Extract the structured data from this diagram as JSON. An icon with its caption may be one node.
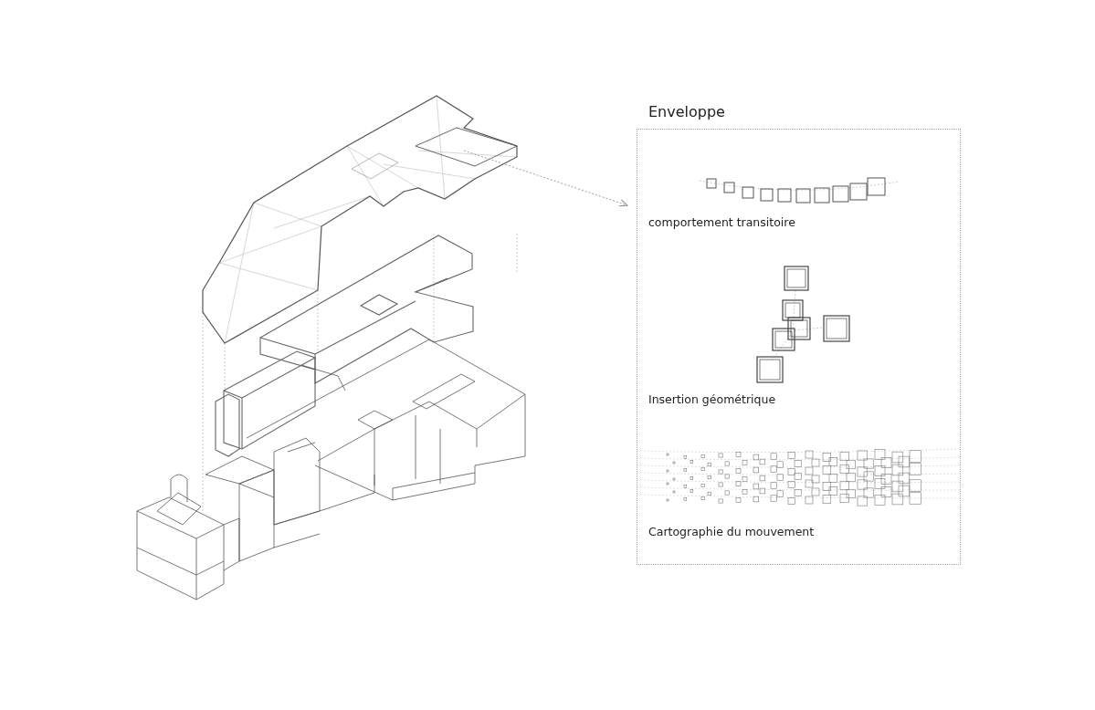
{
  "diagram": {
    "nodes": [
      {
        "text": [],
        "shape": "picture"
      },
      {
        "text": [
          "Enveloppe"
        ]
      }
    ],
    "edges": [
      {
        "from": 0,
        "to": 1,
        "arrow": "to",
        "style": "dashed"
      }
    ],
    "labels": [
      "comportement transitoire",
      "Insertion géométrique",
      "Cartographie du mouvement"
    ]
  }
}
